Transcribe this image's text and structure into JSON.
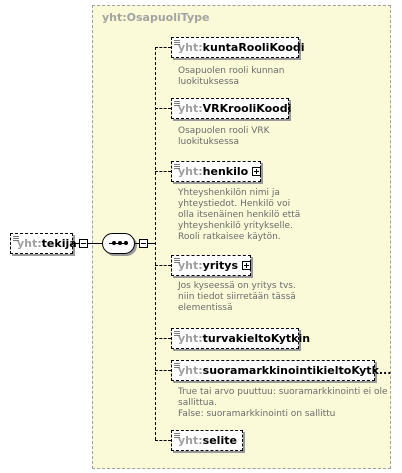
{
  "type_name": "yht:OsapuoliType",
  "root": {
    "prefix": "yht:",
    "name": "tekija"
  },
  "elements": [
    {
      "prefix": "yht:",
      "name": "kuntaRooliKoodi",
      "expandable": false,
      "doc": "Osapuolen rooli kunnan\nluokituksessa"
    },
    {
      "prefix": "yht:",
      "name": "VRKrooliKoodi",
      "expandable": false,
      "doc": "Osapuolen rooli VRK\nluokituksessa"
    },
    {
      "prefix": "yht:",
      "name": "henkilo",
      "expandable": true,
      "doc": "Yhteyshenkilön nimi ja\nyhteystiedot. Henkilö voi\nolla itsenäinen henkilö että\nyhteyshenkilö yritykselle.\nRooli ratkaisee käytön."
    },
    {
      "prefix": "yht:",
      "name": "yritys",
      "expandable": true,
      "doc": "Jos kyseessä on yritys tvs.\nniin tiedot siirretään tässä\nelementissä"
    },
    {
      "prefix": "yht:",
      "name": "turvakieltoKytkin",
      "expandable": false,
      "doc": ""
    },
    {
      "prefix": "yht:",
      "name": "suoramarkkinointikieltoKytk...",
      "expandable": false,
      "doc": "True tai arvo puuttuu: suoramarkkinointi ei ole\nsallittua.\nFalse: suoramarkkinointi on sallittu"
    },
    {
      "prefix": "yht:",
      "name": "selite",
      "expandable": false,
      "doc": ""
    }
  ]
}
